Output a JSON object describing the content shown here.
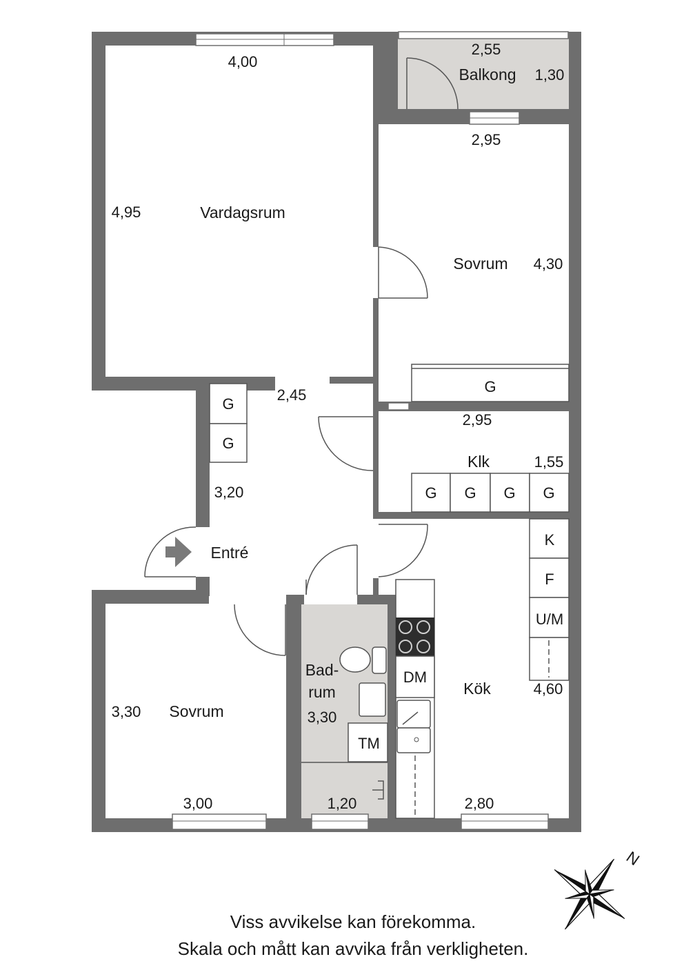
{
  "rooms": {
    "vardagsrum": {
      "name": "Vardagsrum",
      "width": "4,00",
      "depth": "4,95"
    },
    "balkong": {
      "name": "Balkong",
      "width": "2,55",
      "depth": "1,30"
    },
    "sovrum1": {
      "name": "Sovrum",
      "width": "2,95",
      "depth": "4,30"
    },
    "klk": {
      "name": "Klk",
      "width": "2,95",
      "depth": "1,55"
    },
    "hall": {
      "width": "2,45",
      "depth": "3,20"
    },
    "entre": {
      "name": "Entré"
    },
    "sovrum2": {
      "name": "Sovrum",
      "width": "3,00",
      "depth": "3,30"
    },
    "badrum": {
      "name_line1": "Bad-",
      "name_line2": "rum",
      "size": "3,30",
      "width": "1,20"
    },
    "kok": {
      "name": "Kök",
      "width": "2,80",
      "depth": "4,60"
    }
  },
  "fixtures": {
    "wardrobe": "G",
    "refrigerator": "K",
    "freezer": "F",
    "oven_microwave": "U/M",
    "dishwasher": "DM",
    "washing_machine": "TM"
  },
  "compass": {
    "label": "N"
  },
  "disclaimer": {
    "line1": "Viss avvikelse kan förekomma.",
    "line2": "Skala och mått kan avvika från verkligheten."
  }
}
